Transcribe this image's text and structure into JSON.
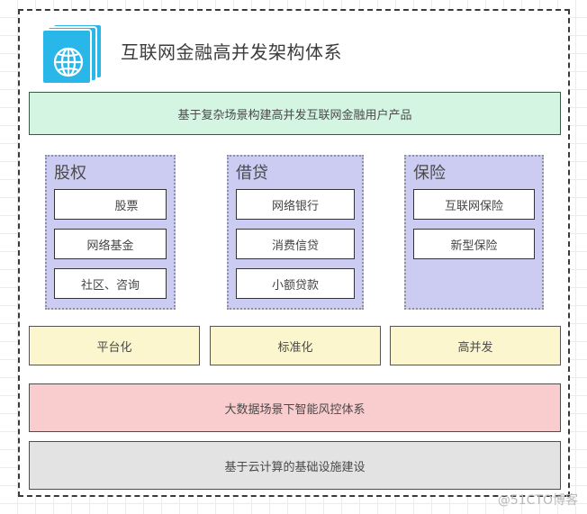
{
  "header": {
    "icon": "globe-documents-icon",
    "title": "互联网金融高并发架构体系"
  },
  "banner": {
    "text": "基于复杂场景构建高并发互联网金融用户产品",
    "color": "#d4f5e2"
  },
  "columns": [
    {
      "title": "股权",
      "color": "#ccccf2",
      "items": [
        "股票",
        "网络基金",
        "社区、咨询"
      ]
    },
    {
      "title": "借贷",
      "color": "#ccccf2",
      "items": [
        "网络银行",
        "消费信贷",
        "小额贷款"
      ]
    },
    {
      "title": "保险",
      "color": "#ccccf2",
      "items": [
        "互联网保险",
        "新型保险"
      ]
    }
  ],
  "capabilities": {
    "color": "#fbf6cd",
    "items": [
      "平台化",
      "标准化",
      "高并发"
    ]
  },
  "risk_band": {
    "text": "大数据场景下智能风控体系",
    "color": "#f9ccce"
  },
  "infra_band": {
    "text": "基于云计算的基础设施建设",
    "color": "#e3e3e3"
  },
  "watermark": {
    "text": "@51CTO博客"
  }
}
